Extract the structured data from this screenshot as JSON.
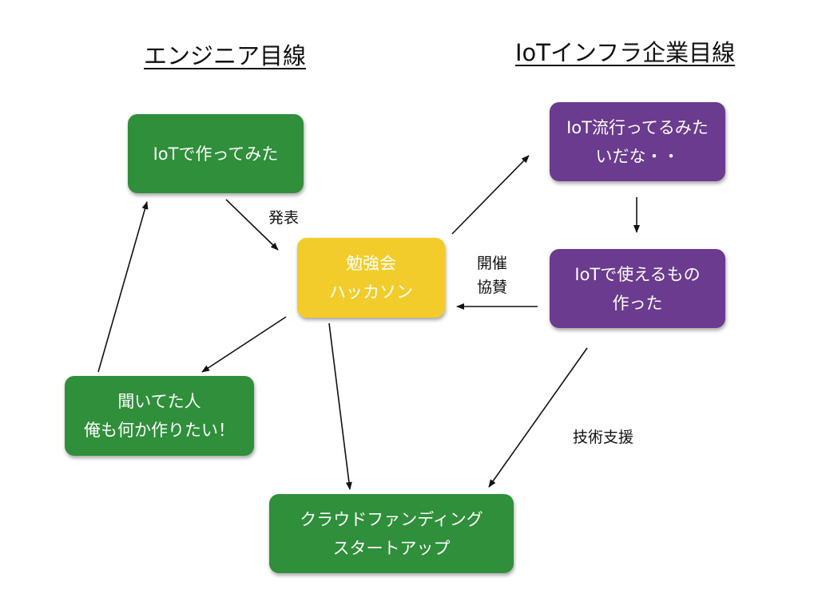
{
  "headings": {
    "engineer": "エンジニア目線",
    "company": "IoTインフラ企業目線"
  },
  "nodes": {
    "iot_tried": {
      "lines": [
        "IoTで作ってみた"
      ]
    },
    "study": {
      "lines": [
        "勉強会",
        "ハッカソン"
      ]
    },
    "listeners": {
      "lines": [
        "聞いてた人",
        "俺も何か作りたい！"
      ]
    },
    "crowdfund": {
      "lines": [
        "クラウドファンディング",
        "スタートアップ"
      ]
    },
    "iot_trend": {
      "lines": [
        "IoT流行ってるみた",
        "いだな・・"
      ]
    },
    "iot_made": {
      "lines": [
        "IoTで使えるもの",
        "作った"
      ]
    }
  },
  "edge_labels": {
    "present": "発表",
    "sponsor": [
      "開催",
      "協賛"
    ],
    "tech_support": "技術支援"
  },
  "colors": {
    "green": "#2f8f3a",
    "yellow": "#f2cc2a",
    "purple": "#6a3b8e",
    "arrow": "#111111"
  }
}
